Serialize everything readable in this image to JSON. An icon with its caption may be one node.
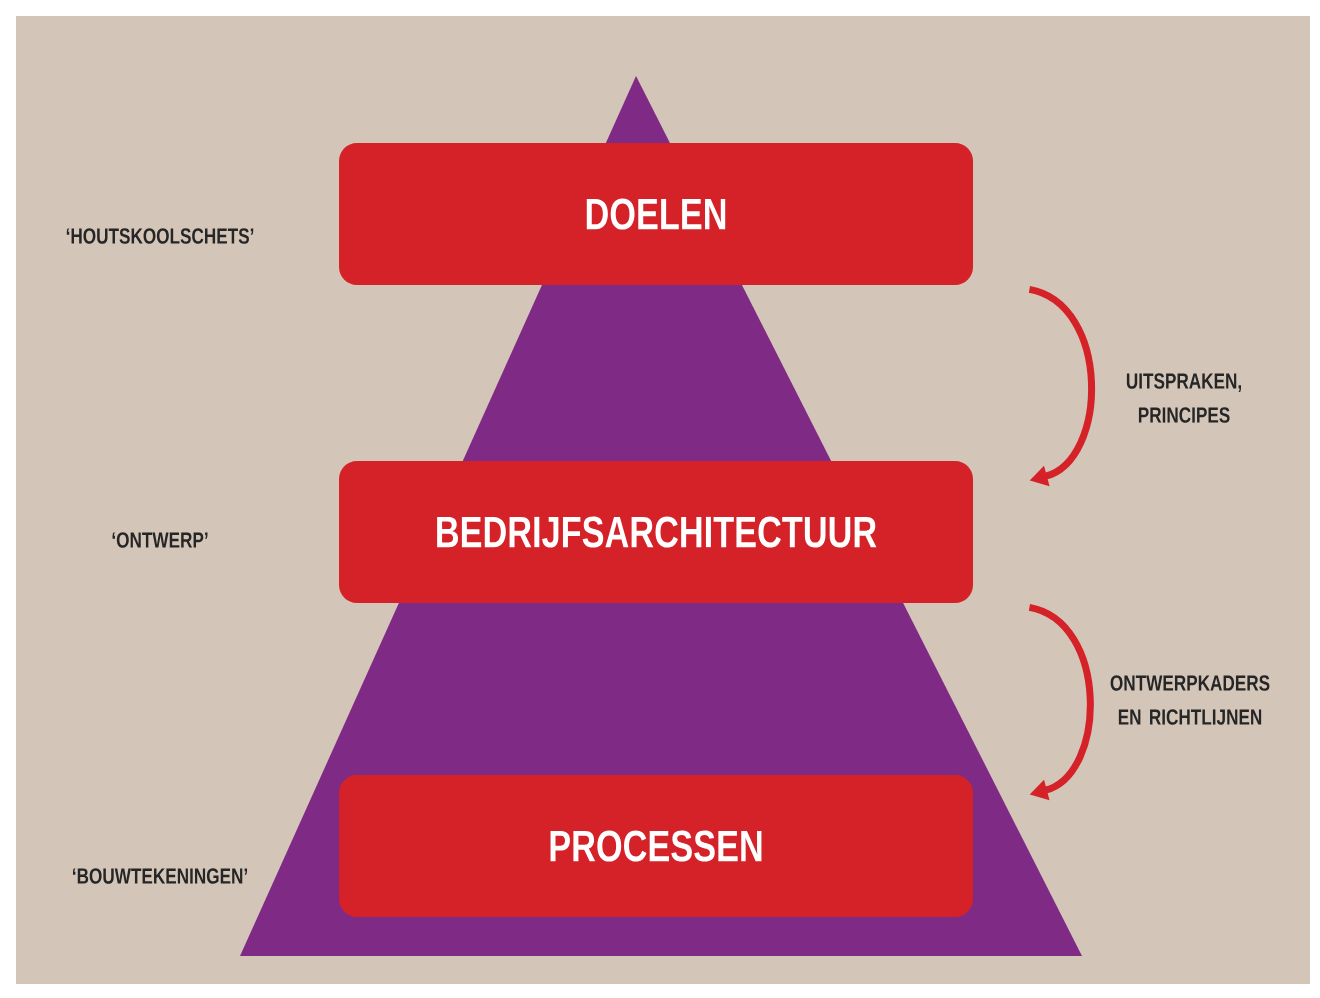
{
  "diagram": {
    "nodes": [
      {
        "text": [
          "DOELEN"
        ]
      },
      {
        "text": [
          "BEDRIJFSARCHITECTUUR"
        ]
      },
      {
        "text": [
          "PROCESSEN"
        ]
      }
    ],
    "edges": [
      {
        "from": 0,
        "to": 1,
        "arrow": "to",
        "label": "UITSPRAKEN, PRINCIPES"
      },
      {
        "from": 1,
        "to": 2,
        "arrow": "to",
        "label": "ONTWERPKADERS EN RICHTLIJNEN"
      }
    ],
    "labels": [
      "‘HOUTSKOOLSCHETS’",
      "‘ONTWERP’",
      "‘BOUWTEKENINGEN’"
    ]
  }
}
